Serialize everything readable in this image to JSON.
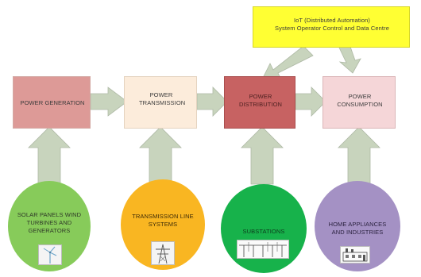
{
  "iot_box": {
    "line1": "IoT (Distributed Automation)",
    "line2": "System Operator Control and Data Centre",
    "color": "#ffff33"
  },
  "stages": [
    {
      "id": "generation",
      "label": "POWER GENERATION",
      "color": "#dd9a97"
    },
    {
      "id": "transmission",
      "label": "POWER TRANSMISSION",
      "color": "#fcecdb"
    },
    {
      "id": "distribution",
      "label": "POWER DISTRIBUTION",
      "color": "#c76262"
    },
    {
      "id": "consumption",
      "label": "POWER CONSUMPTION",
      "color": "#f5d6d8"
    }
  ],
  "sources": [
    {
      "id": "solar-wind",
      "label": "SOLAR PANELS WIND TURBINES AND GENERATORS",
      "color": "#87cb5a",
      "icon": "wind-turbine-icon"
    },
    {
      "id": "transmission-lines",
      "label": "TRANSMISSION LINE SYSTEMS",
      "color": "#f9b622",
      "icon": "transmission-tower-icon"
    },
    {
      "id": "substations",
      "label": "SUBSTATIONS",
      "color": "#17b24b",
      "icon": "substation-icon"
    },
    {
      "id": "appliances",
      "label": "HOME APPLIANCES AND INDUSTRIES",
      "color": "#a491c4",
      "icon": "factory-icon"
    }
  ],
  "arrow_color": "#c8d4bd"
}
